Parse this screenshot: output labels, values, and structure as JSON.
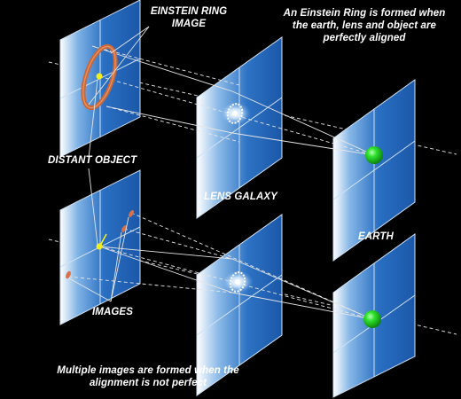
{
  "labels": {
    "einstein_ring_image": [
      "EINSTEIN RING",
      "IMAGE"
    ],
    "ring_caption": [
      "An  Einstein Ring is formed when",
      "the earth, lens and object are",
      "perfectly aligned"
    ],
    "distant_object": "DISTANT OBJECT",
    "lens_galaxy": "LENS GALAXY",
    "earth": "EARTH",
    "images": "IMAGES",
    "multiple_caption": [
      "Multiple images are formed when the",
      "alignment is not perfect"
    ]
  },
  "colors": {
    "background": "#000000",
    "panel_blue": "#1f63b8",
    "panel_grid": "#c9dcf2",
    "ring": "#c8683a",
    "earth": "#1fd41f",
    "distant_object": "#f2ef1e",
    "ray": "#e6e6e6"
  }
}
